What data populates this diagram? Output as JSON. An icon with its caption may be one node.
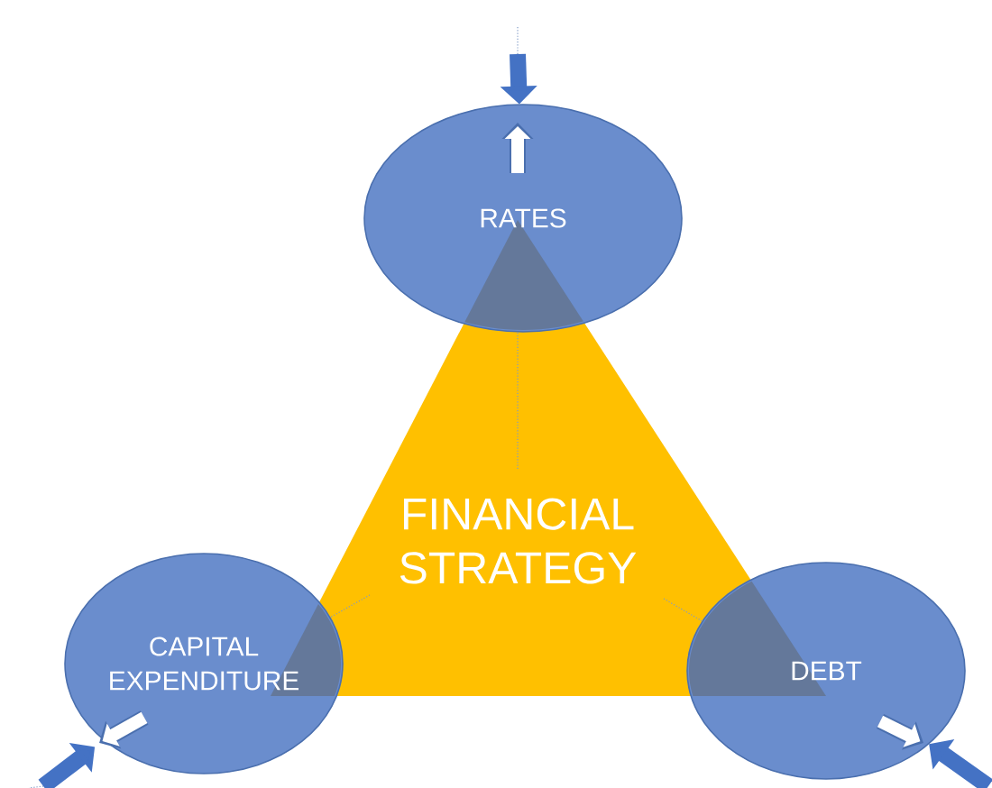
{
  "diagram": {
    "nodes": [
      {
        "text": [
          "FINANCIAL STRATEGY"
        ]
      },
      {
        "text": [
          "RATES"
        ]
      },
      {
        "text": [
          "CAPITAL EXPENDITURE"
        ]
      },
      {
        "text": [
          "DEBT"
        ]
      }
    ],
    "edges": [
      {
        "from": null,
        "to": 1,
        "arrow": "to",
        "style": "thick"
      },
      {
        "from": null,
        "to": 2,
        "arrow": "to",
        "style": "thick"
      },
      {
        "from": null,
        "to": 3,
        "arrow": "to",
        "style": "thick"
      },
      {
        "from": 0,
        "to": 1,
        "arrow": "none",
        "style": "dashed"
      },
      {
        "from": 0,
        "to": 2,
        "arrow": "none",
        "style": "dashed"
      },
      {
        "from": 0,
        "to": 3,
        "arrow": "none",
        "style": "dashed"
      }
    ]
  }
}
